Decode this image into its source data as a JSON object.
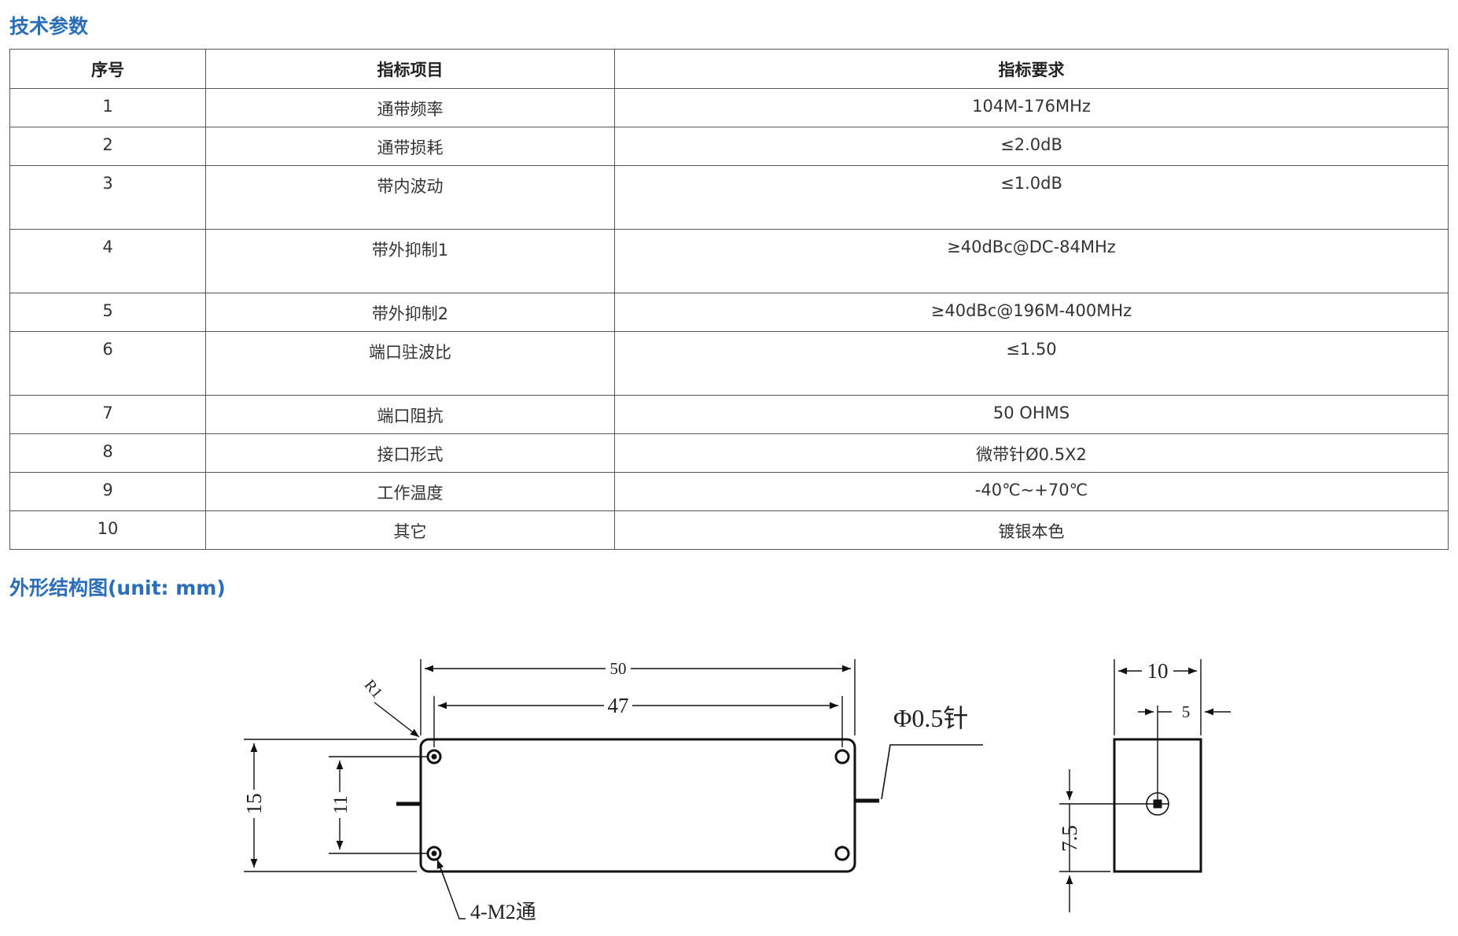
{
  "sections": {
    "spec_title": "技术参数",
    "drawing_title": "外形结构图(unit: mm)"
  },
  "table": {
    "headers": [
      "序号",
      "指标项目",
      "指标要求"
    ],
    "rows": [
      {
        "no": "1",
        "item": "通带频率",
        "value": "104M-176MHz"
      },
      {
        "no": "2",
        "item": "通带损耗",
        "value": "≤2.0dB"
      },
      {
        "no": "3",
        "item": "带内波动",
        "value": "≤1.0dB"
      },
      {
        "no": "4",
        "item": "带外抑制1",
        "value": "≥40dBc@DC-84MHz"
      },
      {
        "no": "5",
        "item": "带外抑制2",
        "value": "≥40dBc@196M-400MHz"
      },
      {
        "no": "6",
        "item": "端口驻波比",
        "value": "≤1.50"
      },
      {
        "no": "7",
        "item": "端口阻抗",
        "value": "50 OHMS"
      },
      {
        "no": "8",
        "item": "接口形式",
        "value": "微带针Ø0.5X2"
      },
      {
        "no": "9",
        "item": "工作温度",
        "value": "-40℃~+70℃"
      },
      {
        "no": "10",
        "item": "其它",
        "value": "镀银本色"
      }
    ]
  },
  "drawing": {
    "dim_length": "50",
    "dim_hole_spacing": "47",
    "dim_height": "15",
    "dim_hole_vertical": "11",
    "radius_label": "R1",
    "pin_label": "Φ0.5针",
    "holes_label": "4-M2通",
    "side_width": "10",
    "side_pin_offset": "5",
    "side_pin_height": "7.5"
  }
}
